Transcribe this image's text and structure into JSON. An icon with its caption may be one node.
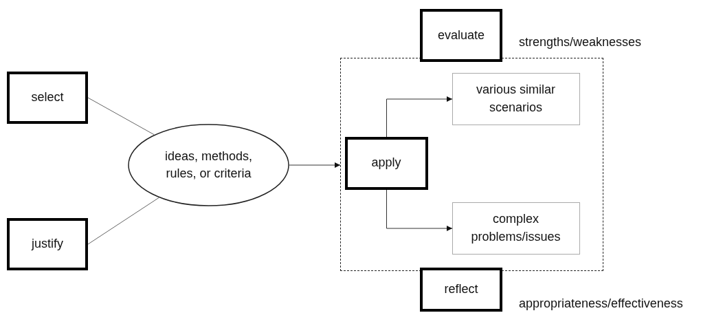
{
  "diagram": {
    "nodes": [
      {
        "text": [
          "select"
        ]
      },
      {
        "text": [
          "justify"
        ]
      },
      {
        "text": [
          "ideas, methods, rules, or criteria"
        ]
      },
      {
        "text": [],
        "shape": "box"
      },
      {
        "text": [
          "apply"
        ],
        "in": 3
      },
      {
        "text": [
          "various similar scenarios"
        ],
        "in": 3
      },
      {
        "text": [
          "complex problems/issues"
        ],
        "in": 3
      },
      {
        "text": [
          "evaluate"
        ],
        "beside": [
          "strengths/weaknesses"
        ]
      },
      {
        "text": [
          "reflect"
        ],
        "beside": [
          "appropriateness/effectiveness"
        ]
      }
    ],
    "edges": [
      {
        "from": 0,
        "to": 2,
        "arrow": "none"
      },
      {
        "from": 1,
        "to": 2,
        "arrow": "none"
      },
      {
        "from": 2,
        "to": 3,
        "arrow": "to"
      },
      {
        "from": 4,
        "to": 5,
        "arrow": "to"
      },
      {
        "from": 4,
        "to": 6,
        "arrow": "to"
      }
    ]
  }
}
